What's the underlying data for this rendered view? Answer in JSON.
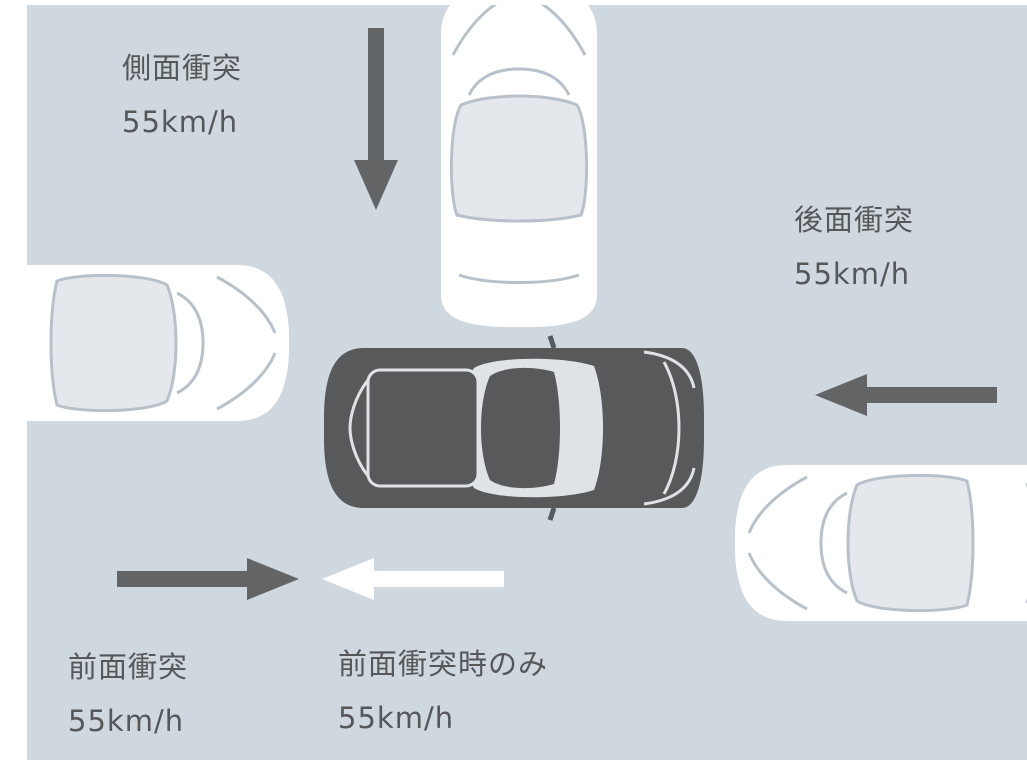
{
  "labels": {
    "side": {
      "title": "側面衝突",
      "speed": "55km/h"
    },
    "rear": {
      "title": "後面衝突",
      "speed": "55km/h"
    },
    "front": {
      "title": "前面衝突",
      "speed": "55km/h"
    },
    "front_only": {
      "title": "前面衝突時のみ",
      "speed": "55km/h"
    }
  },
  "colors": {
    "background": "#cfd7df",
    "subject_car": "#58595b",
    "other_cars": "#ffffff",
    "arrow_dark": "#636466",
    "arrow_light": "#ffffff",
    "text": "#555759"
  },
  "icons": [
    "car-top-view-icon",
    "arrow-down-icon",
    "arrow-left-icon",
    "arrow-right-icon"
  ]
}
